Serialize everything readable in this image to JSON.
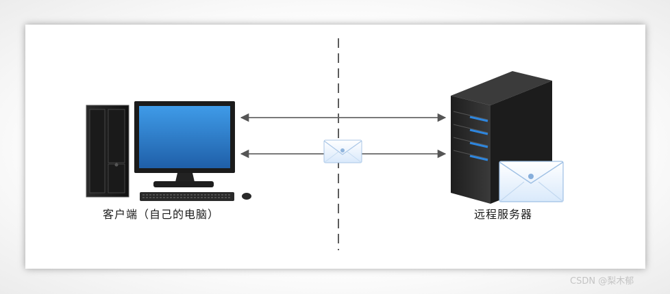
{
  "client": {
    "label": "客户端（自己的电脑）"
  },
  "server": {
    "label": "远程服务器"
  },
  "watermark": "CSDN @梨木郁",
  "colors": {
    "arrow": "#666666",
    "divider": "#333333",
    "monitor_screen": "#2a7fd0",
    "server_led": "#2e86de",
    "envelope": "#eaf3fd"
  },
  "icons": {
    "client": "desktop-computer-icon",
    "server": "server-tower-icon",
    "message": "envelope-icon"
  }
}
